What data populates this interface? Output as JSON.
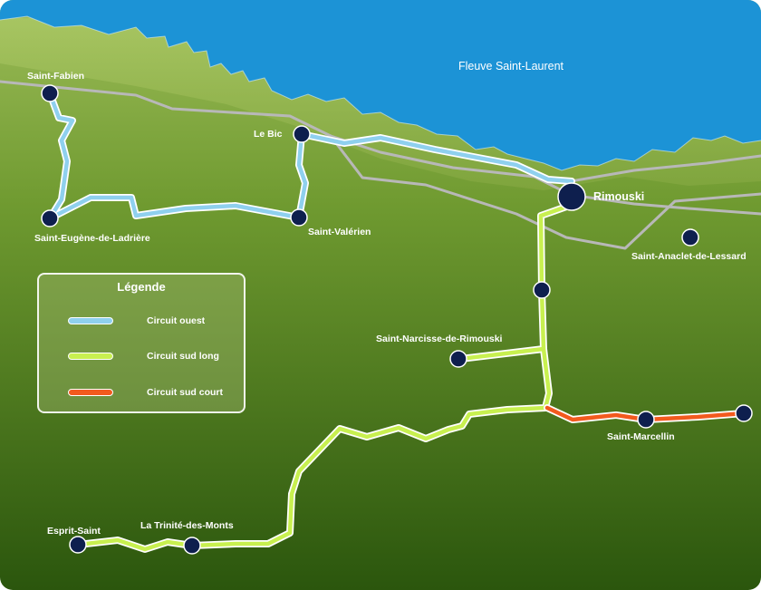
{
  "map": {
    "water_label": "Fleuve Saint-Laurent",
    "places": {
      "saint_fabien": "Saint-Fabien",
      "le_bic": "Le Bic",
      "rimouski": "Rimouski",
      "saint_eugene": "Saint-Eugène-de-Ladrière",
      "saint_valerien": "Saint-Valérien",
      "saint_anaclet": "Saint-Anaclet-de-Lessard",
      "saint_narcisse": "Saint-Narcisse-de-Rimouski",
      "saint_marcellin": "Saint-Marcellin",
      "esprit_saint": "Esprit-Saint",
      "la_trinite": "La Trinité-des-Monts"
    }
  },
  "legend": {
    "title": "Légende",
    "items": [
      {
        "label": "Circuit ouest",
        "color": "#8fd0ee"
      },
      {
        "label": "Circuit sud long",
        "color": "#c8f050"
      },
      {
        "label": "Circuit sud court",
        "color": "#f25a1e"
      }
    ]
  },
  "colors": {
    "water": "#1c93d6",
    "land_light": "#8fb04c",
    "land_dark": "#2e5a10",
    "road": "#b8b8b8",
    "marker": "#0e1f4e"
  }
}
